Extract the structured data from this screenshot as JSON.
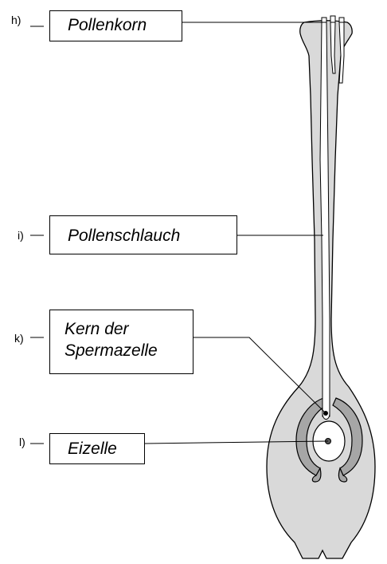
{
  "labels": [
    {
      "letter": "h)",
      "text": "Pollenkorn"
    },
    {
      "letter": "i)",
      "text": "Pollenschlauch"
    },
    {
      "letter": "k)",
      "text_lines": [
        "Kern der",
        "Spermazelle"
      ]
    },
    {
      "letter": "l)",
      "text": "Eizelle"
    }
  ],
  "colors": {
    "pistil_fill": "#d9d9d9",
    "tissue_fill": "#a6a6a6",
    "tube_fill": "#ffffff",
    "outline": "#000000"
  }
}
